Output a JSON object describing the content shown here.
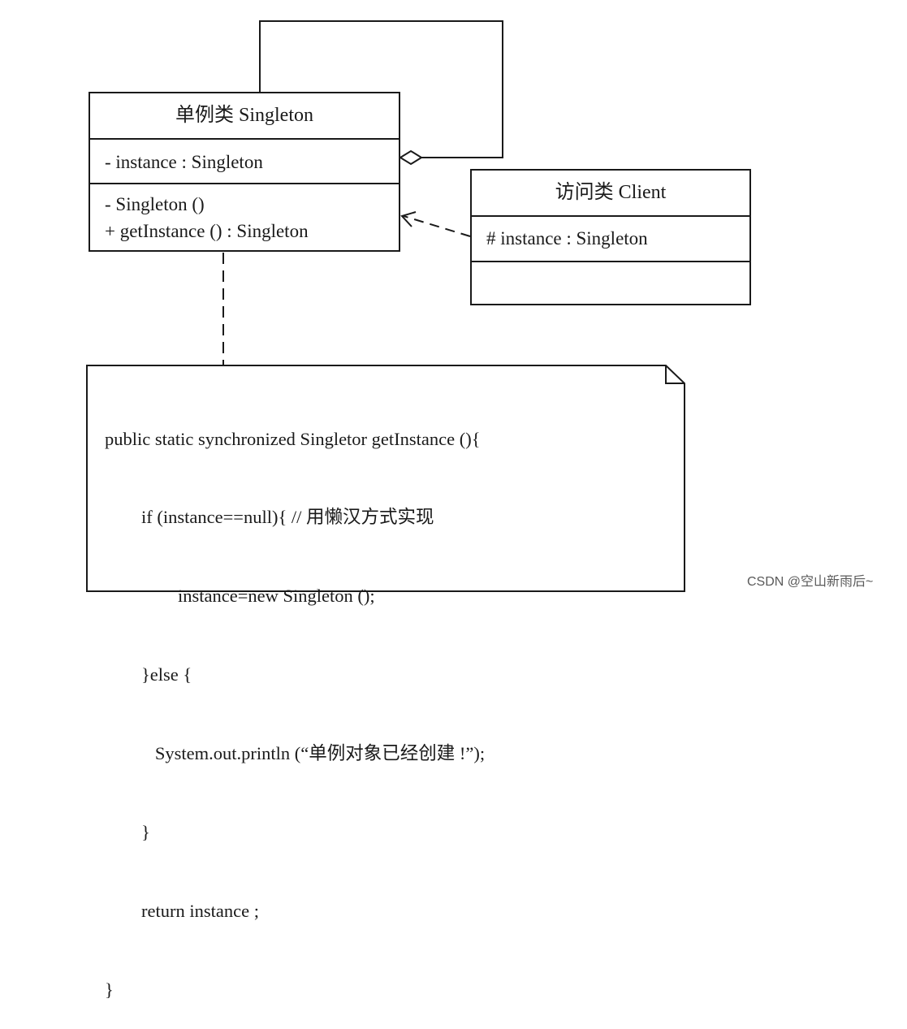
{
  "singleton_class": {
    "name": "单例类 Singleton",
    "attributes": [
      "- instance : Singleton"
    ],
    "operations": [
      "- Singleton ()",
      "+ getInstance () : Singleton"
    ]
  },
  "client_class": {
    "name": "访问类 Client",
    "attributes": [
      "# instance : Singleton"
    ],
    "operations": []
  },
  "code_note": {
    "lines": [
      "public static synchronized Singletor getInstance (){",
      "        if (instance==null){ // 用懒汉方式实现",
      "                instance=new Singleton ();",
      "        }else {",
      "           System.out.println (“单例对象已经创建 !”);",
      "        }",
      "        return instance ;",
      "}"
    ]
  },
  "watermark": "CSDN @空山新雨后~",
  "relations": [
    {
      "type": "aggregation",
      "from": "singleton-class",
      "to": "singleton-class"
    },
    {
      "type": "dependency",
      "from": "client-class",
      "to": "singleton-class"
    },
    {
      "type": "note-anchor",
      "from": "code-note",
      "to": "singleton-class"
    }
  ]
}
